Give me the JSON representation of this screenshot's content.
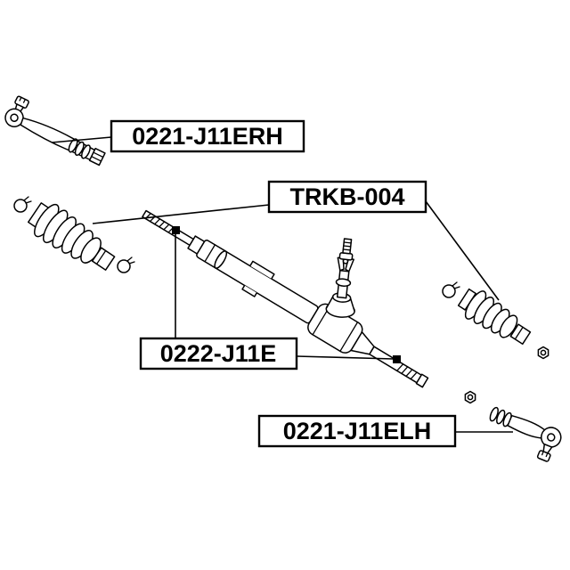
{
  "page": {
    "background_color": "#ffffff",
    "line_color": "#000000"
  },
  "labels": {
    "tie_rod_end_rh": "0221-J11ERH",
    "boot_kit": "TRKB-004",
    "axial_joint": "0222-J11E",
    "tie_rod_end_lh": "0221-J11ELH"
  }
}
